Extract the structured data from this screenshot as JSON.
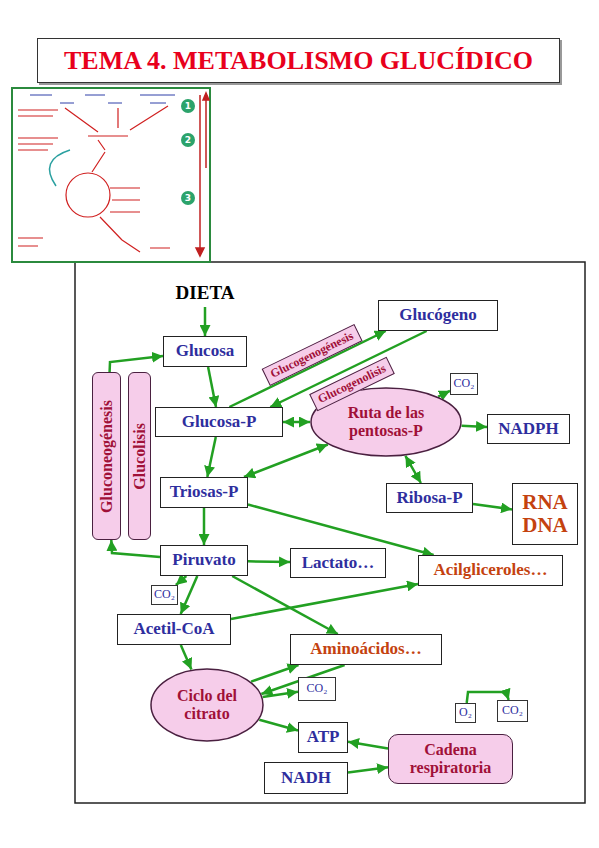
{
  "diagram": {
    "title": "TEMA 4. METABOLISMO GLUCÍDICO",
    "nodes": [
      {
        "text": [
          "DIETA"
        ]
      },
      {
        "text": [
          "Glucógeno"
        ]
      },
      {
        "text": [
          "Glucosa"
        ]
      },
      {
        "text": [
          "Gluconeogénesis"
        ]
      },
      {
        "text": [
          "Glucolisis"
        ]
      },
      {
        "text": [
          "Glucosa-P"
        ]
      },
      {
        "text": [
          "Ruta de las pentosas-P"
        ]
      },
      {
        "text": [
          "CO₂"
        ]
      },
      {
        "text": [
          "NADPH"
        ]
      },
      {
        "text": [
          "Triosas-P"
        ]
      },
      {
        "text": [
          "Ribosa-P"
        ]
      },
      {
        "text": [
          "RNA DNA"
        ]
      },
      {
        "text": [
          "Piruvato"
        ]
      },
      {
        "text": [
          "Lactato…"
        ]
      },
      {
        "text": [
          "Acilgliceroles…"
        ]
      },
      {
        "text": [
          "CO₂"
        ]
      },
      {
        "text": [
          "Acetil-CoA"
        ]
      },
      {
        "text": [
          "Aminoácidos…"
        ]
      },
      {
        "text": [
          "Ciclo del citrato"
        ]
      },
      {
        "text": [
          "CO₂"
        ]
      },
      {
        "text": [
          "O₂"
        ]
      },
      {
        "text": [
          "CO₂"
        ]
      },
      {
        "text": [
          "ATP"
        ]
      },
      {
        "text": [
          "Cadena respiratoria"
        ]
      },
      {
        "text": [
          "NADH"
        ]
      }
    ],
    "edges": [
      {
        "from": 0,
        "to": 2,
        "arrow": "to"
      },
      {
        "from": 2,
        "to": 5,
        "arrow": "to"
      },
      {
        "from": 5,
        "to": 1,
        "label": "Glucogenogénesis",
        "arrow": "to"
      },
      {
        "from": 1,
        "to": 5,
        "label": "Glucogenolisis",
        "arrow": "to"
      },
      {
        "from": 5,
        "to": 6,
        "arrow": "both"
      },
      {
        "from": 6,
        "to": 7,
        "arrow": "to"
      },
      {
        "from": 6,
        "to": 8,
        "arrow": "to"
      },
      {
        "from": 5,
        "to": 9,
        "arrow": "to"
      },
      {
        "from": 9,
        "to": 6,
        "arrow": "both"
      },
      {
        "from": 6,
        "to": 10,
        "arrow": "both"
      },
      {
        "from": 10,
        "to": 11,
        "arrow": "to"
      },
      {
        "from": 9,
        "to": 12,
        "arrow": "to"
      },
      {
        "from": 9,
        "to": 14,
        "arrow": "to"
      },
      {
        "from": 12,
        "to": 13,
        "arrow": "to"
      },
      {
        "from": 12,
        "to": 3,
        "arrow": "to"
      },
      {
        "from": 3,
        "to": 2,
        "arrow": "to"
      },
      {
        "from": 12,
        "to": 16,
        "arrow": "to"
      },
      {
        "from": 12,
        "to": 15,
        "arrow": "to"
      },
      {
        "from": 12,
        "to": 17,
        "arrow": "to"
      },
      {
        "from": 16,
        "to": 14,
        "arrow": "to"
      },
      {
        "from": 16,
        "to": 18,
        "arrow": "to"
      },
      {
        "from": 18,
        "to": 17,
        "arrow": "to"
      },
      {
        "from": 17,
        "to": 18,
        "arrow": "to"
      },
      {
        "from": 18,
        "to": 19,
        "arrow": "to"
      },
      {
        "from": 18,
        "to": 22,
        "arrow": "to"
      },
      {
        "from": 23,
        "to": 22,
        "arrow": "to"
      },
      {
        "from": 24,
        "to": 23,
        "arrow": "to"
      },
      {
        "from": 20,
        "to": 21,
        "arrow": "to"
      }
    ],
    "labels": [
      "1",
      "2",
      "3"
    ]
  }
}
